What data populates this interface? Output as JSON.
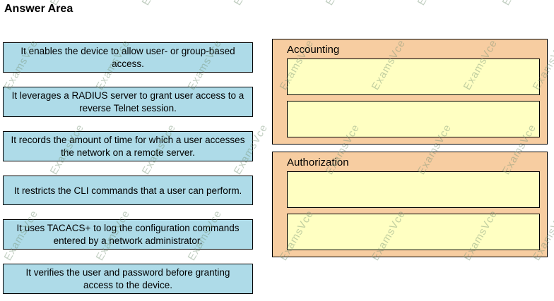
{
  "page": {
    "title": "Answer Area"
  },
  "watermark": "ExamsVce",
  "statements": [
    "It enables the device to allow user- or group-based access.",
    "It leverages a RADIUS server to grant user access to a reverse Telnet session.",
    "It records the amount of time for which a user accesses the network on a remote server.",
    "It restricts the CLI commands that a user can perform.",
    "It uses TACACS+ to log the configuration commands entered by a network administrator.",
    "It verifies the user and password before granting access to the device."
  ],
  "categories": [
    {
      "label": "Accounting",
      "slots": [
        "",
        ""
      ]
    },
    {
      "label": "Authorization",
      "slots": [
        "",
        ""
      ]
    }
  ],
  "colors": {
    "statement_bg": "#aedbe8",
    "category_bg": "#f7cda1",
    "slot_bg": "#ffffc2",
    "border": "#000000",
    "watermark": "#789478"
  }
}
